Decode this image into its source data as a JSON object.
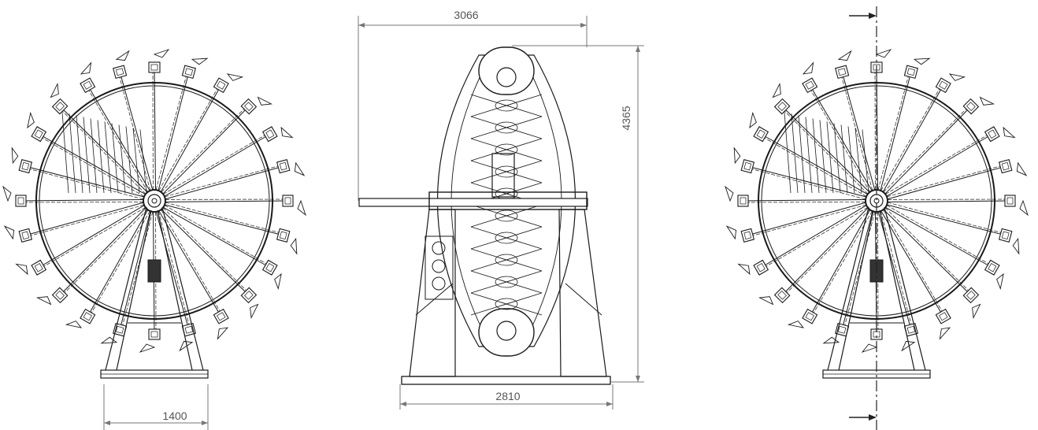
{
  "drawing": {
    "line_color": "#1a1a1a",
    "dim_color": "#777777",
    "background": "#ffffff"
  },
  "dimensions": {
    "left_base_width": "1400",
    "mid_top_width": "3066",
    "mid_height": "4365",
    "mid_base_width": "2810"
  },
  "views": {
    "left_wheel_gondolas": 24,
    "mid_wheel_gondolas": 10,
    "right_wheel_gondolas": 24
  }
}
